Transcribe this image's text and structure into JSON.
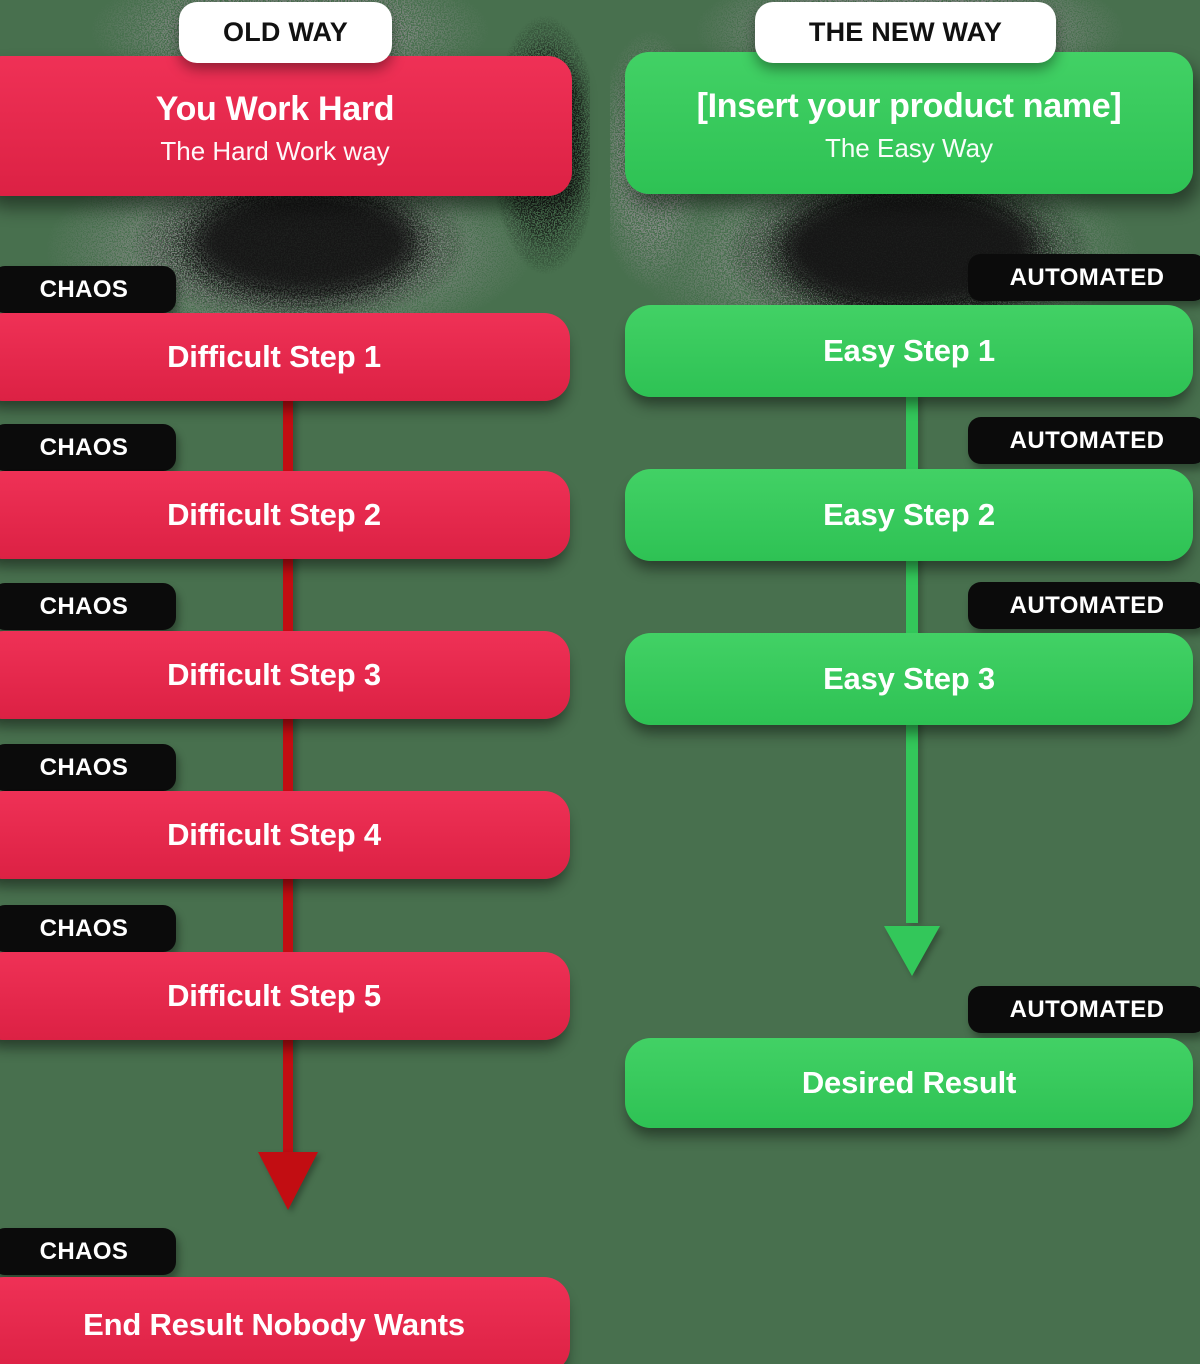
{
  "old_way": {
    "badge": "OLD WAY",
    "header": {
      "title": "You Work Hard",
      "subtitle": "The Hard Work way"
    },
    "tag_label": "CHAOS",
    "steps": [
      "Difficult Step 1",
      "Difficult Step 2",
      "Difficult Step 3",
      "Difficult Step 4",
      "Difficult Step 5"
    ],
    "result": "End Result Nobody Wants"
  },
  "new_way": {
    "badge": "THE NEW WAY",
    "header": {
      "title": "[Insert your product name]",
      "subtitle": "The Easy Way"
    },
    "tag_label": "AUTOMATED",
    "steps": [
      "Easy Step 1",
      "Easy Step 2",
      "Easy Step 3"
    ],
    "result": "Desired Result"
  },
  "colors": {
    "background": "#48704e",
    "red_box_light": "#ef3156",
    "red_box_dark": "#dc2144",
    "red_arrow": "#c20d12",
    "green_box_light": "#42d165",
    "green_box_dark": "#2ec254",
    "green_arrow": "#33c75a",
    "tag_black": "#0b0b0b",
    "pill_white": "#ffffff",
    "text_white": "#ffffff",
    "text_black": "#111111"
  }
}
